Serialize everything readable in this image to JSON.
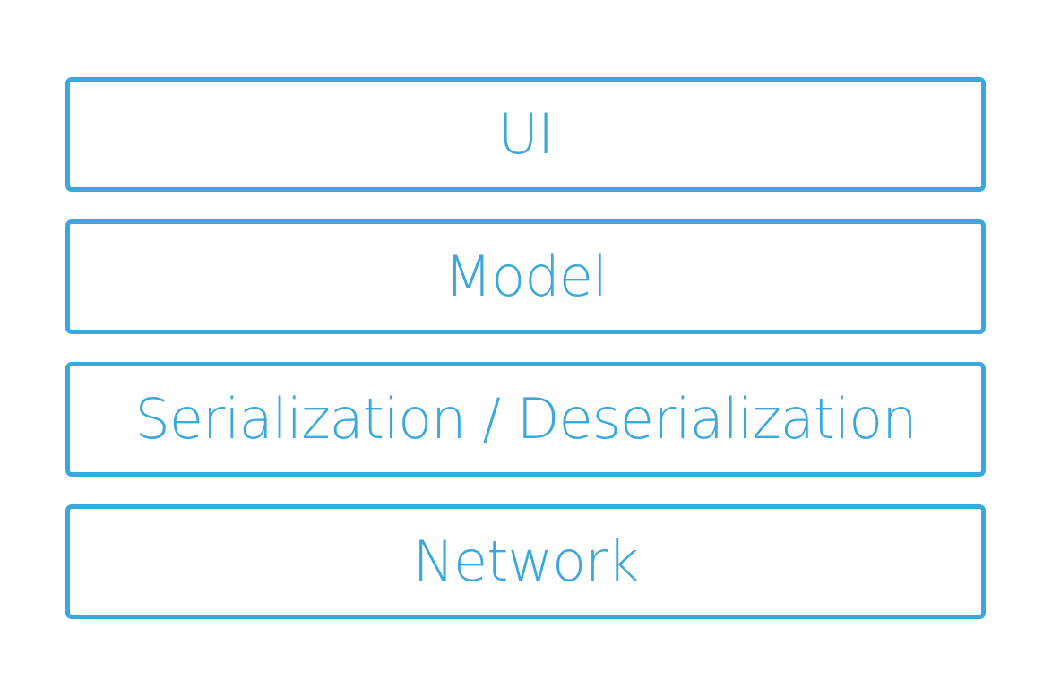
{
  "diagram": {
    "accent_color": "#3aa8dc",
    "layers": [
      {
        "label": "UI"
      },
      {
        "label": "Model"
      },
      {
        "label": "Serialization / Deserialization"
      },
      {
        "label": "Network"
      }
    ]
  }
}
